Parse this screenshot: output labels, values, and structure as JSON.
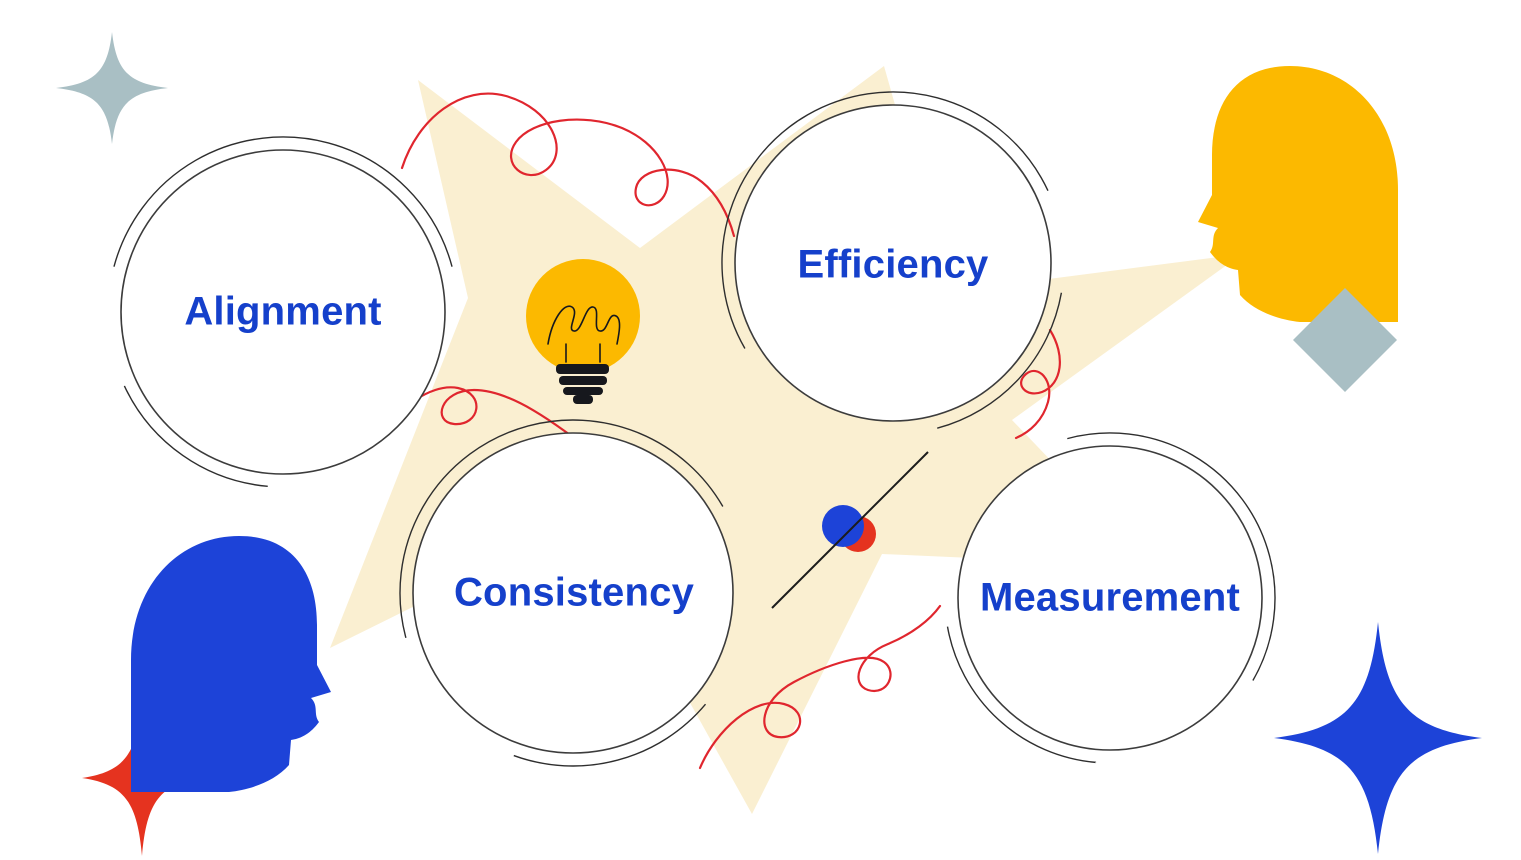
{
  "diagram": {
    "circles": [
      {
        "label": "Alignment"
      },
      {
        "label": "Efficiency"
      },
      {
        "label": "Consistency"
      },
      {
        "label": "Measurement"
      }
    ]
  },
  "colors": {
    "label_blue": "#1540cb",
    "head_blue": "#1d43d8",
    "sparkle_blue": "#1d43d8",
    "yellow": "#fcb900",
    "red": "#e5331f",
    "scribble_red": "#e0262e",
    "cream": "#faefd1",
    "gray": "#a9bfc4",
    "line_dark": "#2e2e2e"
  },
  "decorations": [
    "starburst-background",
    "sparkle-gray-icon",
    "sparkle-red-icon",
    "sparkle-blue-icon",
    "head-yellow-icon",
    "head-blue-icon",
    "diamond-gray-icon",
    "lightbulb-icon",
    "strike-through-dot-icon",
    "scribble-line-top",
    "scribble-line-left",
    "scribble-line-right",
    "scribble-line-bottom"
  ]
}
